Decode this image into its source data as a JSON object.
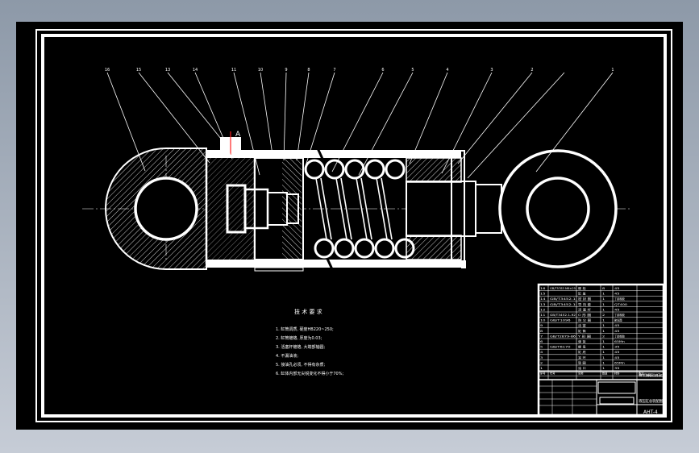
{
  "tech": {
    "title": "技 术 要 求",
    "items": [
      "1. 缸筒调质, 硬度HB220~250;",
      "2. 缸筒镀铬, 厚度为0.03;",
      "3. 活塞杆镀铬, 大端部轴圆;",
      "4. 不漏油液;",
      "5. 接油孔必须, 不得有杂质;",
      "6. 缸体内部无尖锐变化不得小于70%;"
    ]
  },
  "balloons": [
    "16",
    "15",
    "13",
    "14",
    "11",
    "10",
    "9",
    "8",
    "7",
    "6",
    "5",
    "4",
    "3",
    "2",
    "1"
  ],
  "section_mark": "A",
  "title_block": {
    "header_cols": [
      "序号",
      "代号",
      "名称",
      "数量",
      "材料",
      "备注"
    ],
    "rows": [
      [
        "16",
        "GB/T5783 M6×25",
        "螺 栓",
        "8",
        "45",
        ""
      ],
      [
        "15",
        "",
        "缸 盖",
        "1",
        "45",
        ""
      ],
      [
        "14",
        "GB/T3452.1",
        "密 封 圈",
        "1",
        "丁腈橡胶",
        ""
      ],
      [
        "13",
        "GB/T3452.1",
        "导 向 套",
        "1",
        "QT400",
        ""
      ],
      [
        "12",
        "",
        "活 塞 杆",
        "1",
        "45",
        ""
      ],
      [
        "11",
        "GB/T3452.1-92",
        "O 形 圈",
        "2",
        "丁腈橡胶",
        ""
      ],
      [
        "10",
        "GB/T1096",
        "防 尘 圈",
        "1",
        "聚氨酯",
        ""
      ],
      [
        "9",
        "",
        "活 塞",
        "1",
        "45",
        ""
      ],
      [
        "8",
        "",
        "缸 筒",
        "1",
        "45",
        ""
      ],
      [
        "7",
        "GB/T2879-86",
        "Y 形 圈",
        "2",
        "丁腈橡胶",
        ""
      ],
      [
        "6",
        "",
        "弹 簧",
        "1",
        "65Mn",
        ""
      ],
      [
        "5",
        "GB/T6170",
        "螺 母",
        "1",
        "35",
        ""
      ],
      [
        "4",
        "",
        "缸 底",
        "1",
        "45",
        ""
      ],
      [
        "3",
        "",
        "耳 环",
        "1",
        "45",
        ""
      ],
      [
        "2",
        "",
        "垫 圈",
        "1",
        "65Mn",
        ""
      ],
      [
        "1",
        "",
        "油 口",
        "1",
        "35",
        ""
      ]
    ],
    "drawing_title": "单作用弹簧复位液压缸",
    "assembly_name": "液压缸总装配图",
    "drawing_number": "AHT-4"
  }
}
